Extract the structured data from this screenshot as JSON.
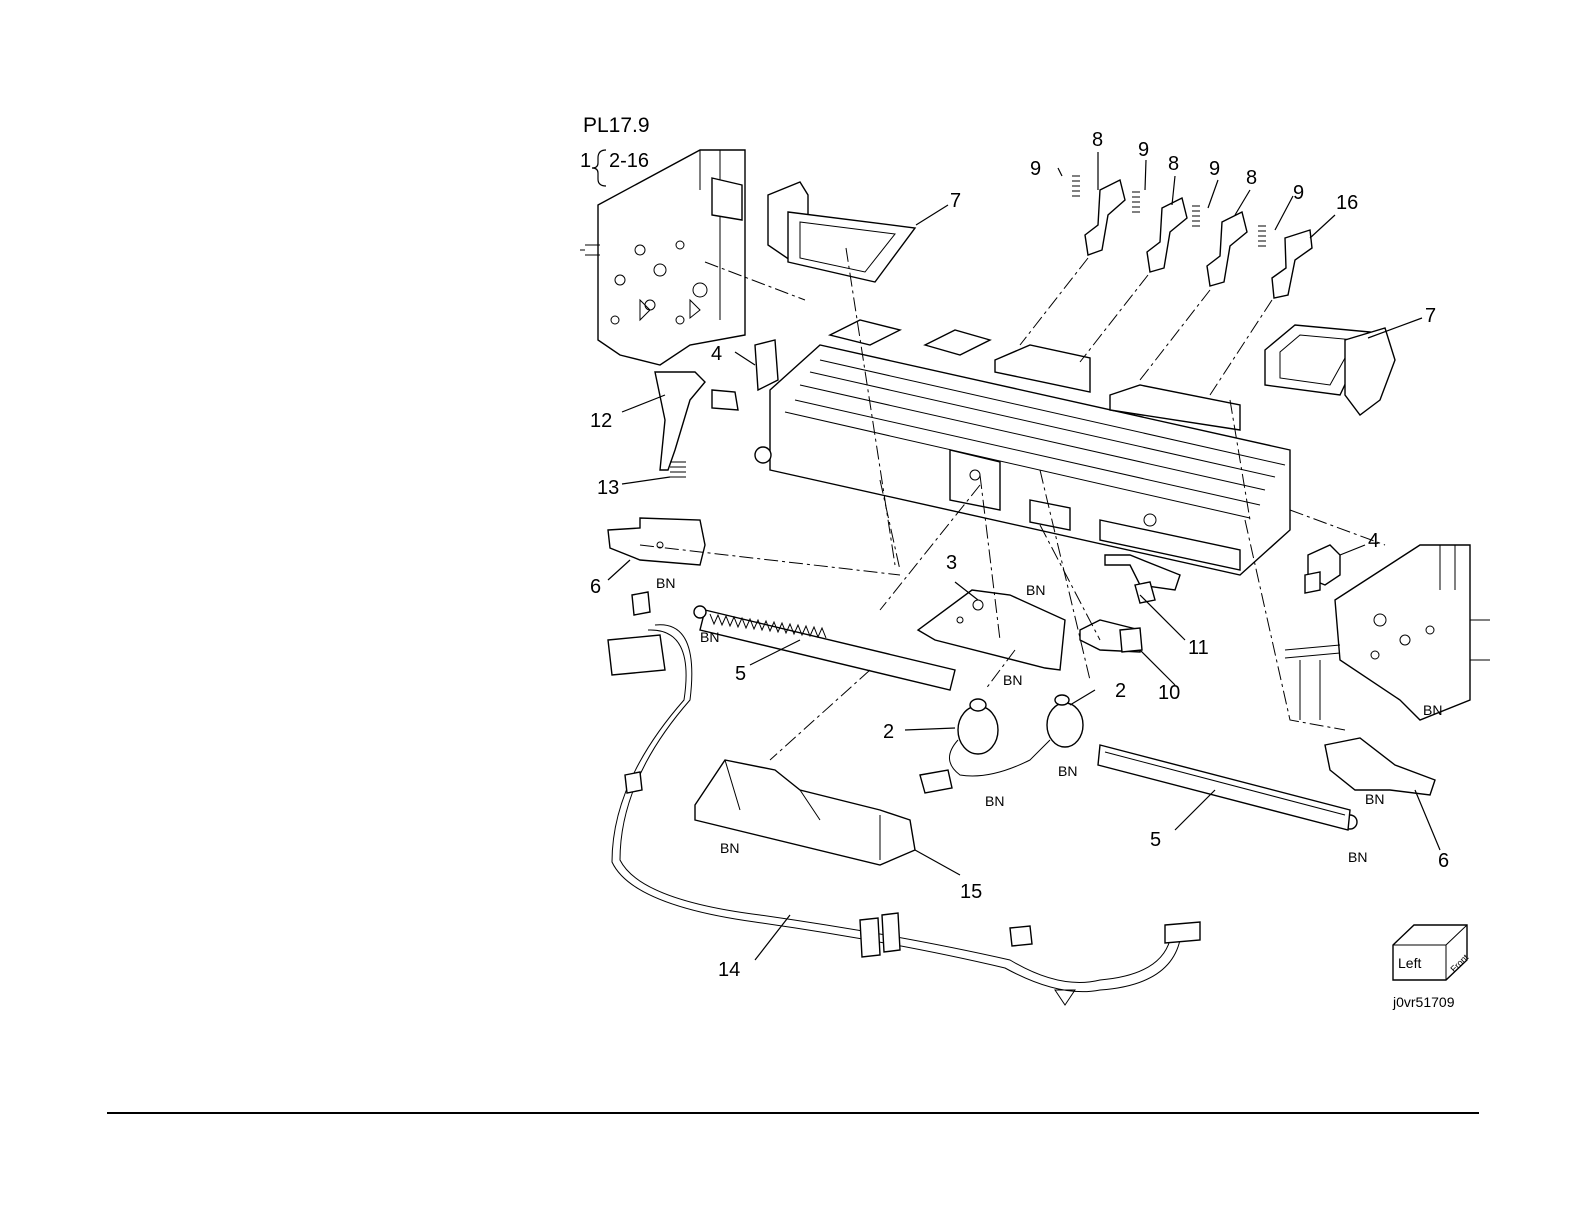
{
  "plate": {
    "id": "PL17.9",
    "range_prefix": "1",
    "range": "2-16"
  },
  "callouts": {
    "c2a": "2",
    "c2b": "2",
    "c3": "3",
    "c4a": "4",
    "c4b": "4",
    "c5a": "5",
    "c5b": "5",
    "c6a": "6",
    "c6b": "6",
    "c7a": "7",
    "c7b": "7",
    "c8a": "8",
    "c8b": "8",
    "c8c": "8",
    "c9a": "9",
    "c9b": "9",
    "c9c": "9",
    "c9d": "9",
    "c10": "10",
    "c11": "11",
    "c12": "12",
    "c13": "13",
    "c14": "14",
    "c15": "15",
    "c16": "16"
  },
  "fasteners": {
    "bn": "BN"
  },
  "orientation": {
    "left": "Left",
    "front": "Front"
  },
  "figure_id": "j0vr51709"
}
